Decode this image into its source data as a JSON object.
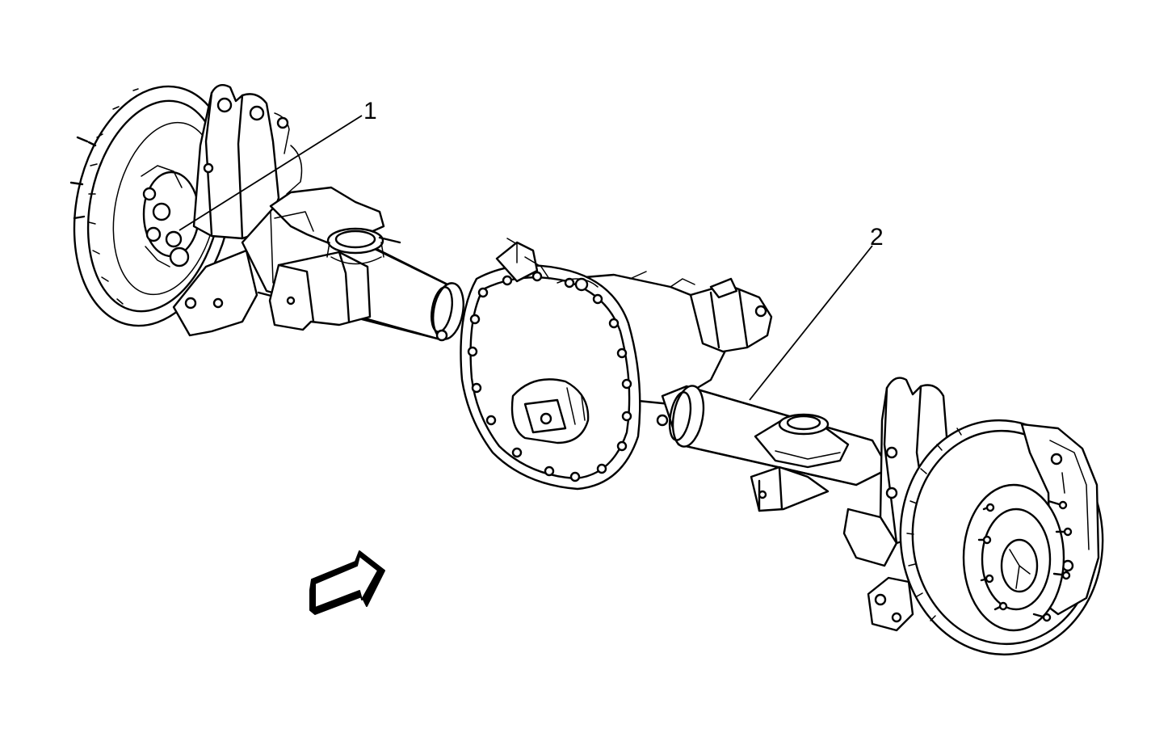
{
  "diagram": {
    "callouts": [
      {
        "id": "1",
        "label": "1"
      },
      {
        "id": "2",
        "label": "2"
      }
    ],
    "colors": {
      "stroke": "#000000",
      "background": "#ffffff"
    },
    "icons": [
      "forward-arrow-icon"
    ]
  }
}
